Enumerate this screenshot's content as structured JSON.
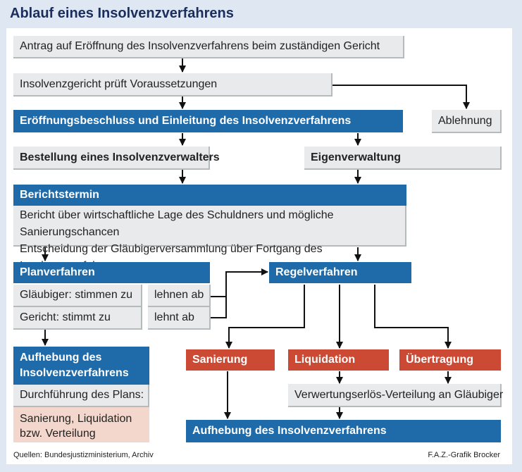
{
  "title": "Ablauf eines Insolvenzverfahrens",
  "boxes": {
    "antrag": "Antrag auf Eröffnung des Insolvenzverfahrens beim zuständigen Gericht",
    "pruefung": "Insolvenzgericht prüft Voraussetzungen",
    "ablehnung": "Ablehnung",
    "eroeffnung": "Eröffnungsbeschluss und Einleitung des Insolvenzverfahrens",
    "bestellung": "Bestellung eines Insolvenzverwalters",
    "eigenverwaltung": "Eigenverwaltung",
    "berichtstermin": "Berichtstermin",
    "bericht_1": "Bericht über wirtschaftliche Lage des Schuldners und mögliche Sanierungschancen",
    "bericht_2": "Entscheidung der Gläubigerversammlung über Fortgang des Insolvenzverfahrens",
    "planverfahren": "Planverfahren",
    "glaeubiger_stimmen": "Gläubiger: stimmen zu",
    "gericht_stimmt": "Gericht: stimmt zu",
    "lehnen_ab": "lehnen ab",
    "lehnt_ab": "lehnt ab",
    "regelverfahren": "Regelverfahren",
    "aufhebung_plan": "Aufhebung des Insolvenzverfahrens",
    "durchfuehrung": "Durchführung des Plans:",
    "durchfuehrung_detail": "Sanierung, Liquidation bzw. Verteilung",
    "sanierung": "Sanierung",
    "liquidation": "Liquidation",
    "uebertragung": "Übertragung",
    "verwertung": "Verwertungserlös-Verteilung an Gläubiger",
    "aufhebung_regel": "Aufhebung des Insolvenzverfahrens"
  },
  "footer": {
    "source": "Quellen: Bundesjustizministerium, Archiv",
    "credit": "F.A.Z.-Grafik Brocker"
  },
  "colors": {
    "title": "#1a2d5c",
    "blue": "#1f6aa8",
    "red": "#cc4a34",
    "gray": "#e8eaeb",
    "pink": "#f4d7cc",
    "background": "#dfe7f3"
  }
}
